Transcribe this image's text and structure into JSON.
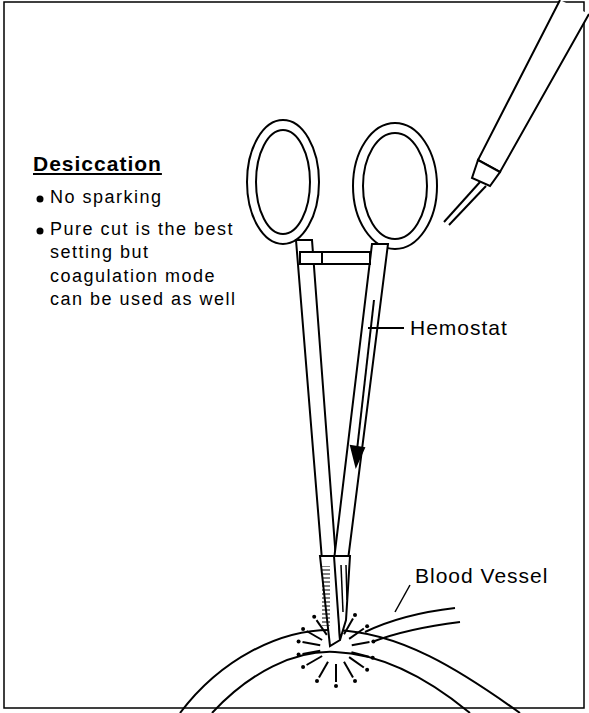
{
  "diagram": {
    "labels": [
      "Desiccation",
      "No sparking",
      "Pure cut is the best setting but coagulation mode can be used as well",
      "Hemostat",
      "Blood Vessel"
    ]
  }
}
